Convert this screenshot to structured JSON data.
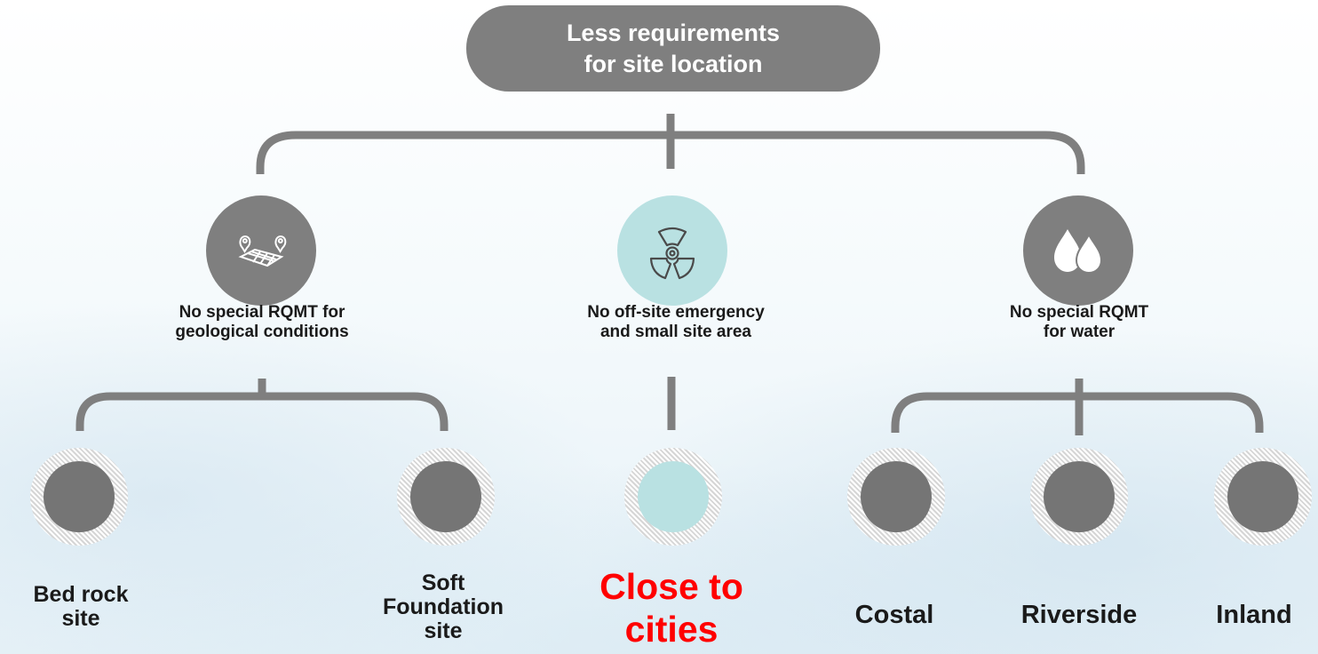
{
  "root": {
    "line1": "Less requirements",
    "line2": "for site location"
  },
  "categories": [
    {
      "line1": "No special RQMT for",
      "line2": "geological conditions",
      "icon": "map-pins-icon",
      "color": "#7f7f7f"
    },
    {
      "line1": "No off-site emergency",
      "line2": "and small site area",
      "icon": "radiation-icon",
      "color": "#b9e1e2"
    },
    {
      "line1": "No special RQMT",
      "line2": "for water",
      "icon": "water-drops-icon",
      "color": "#7f7f7f"
    }
  ],
  "leaves": [
    {
      "line1": "Bed rock",
      "line2": "site"
    },
    {
      "line1": "Soft",
      "line2": "Foundation",
      "line3": "site"
    },
    {
      "line1": "Close to",
      "line2": "cities",
      "color": "#ff0000"
    },
    {
      "line1": "Costal"
    },
    {
      "line1": "Riverside"
    },
    {
      "line1": "Inland"
    }
  ],
  "colors": {
    "node_gray": "#7f7f7f",
    "accent_teal": "#b9e1e2",
    "highlight_red": "#ff0000"
  }
}
